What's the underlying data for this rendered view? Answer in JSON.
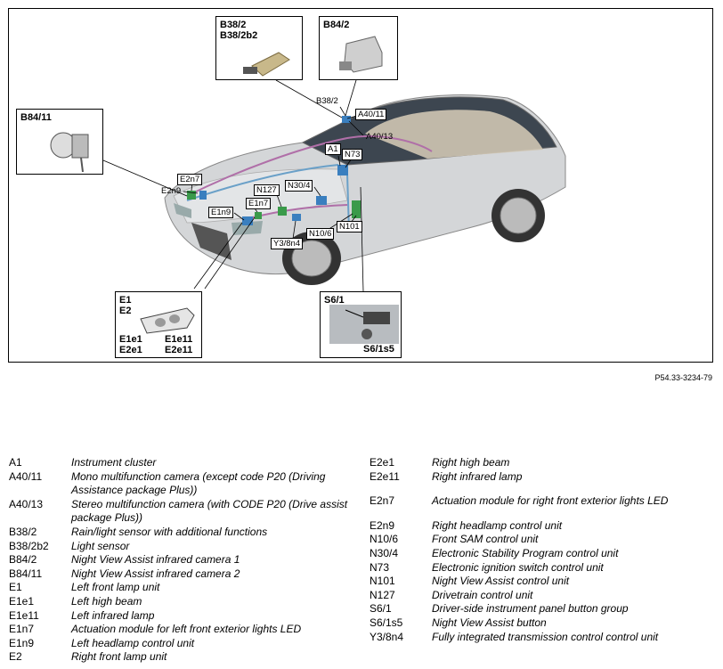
{
  "diagram": {
    "insets": {
      "b38": "B38/2\nB38/2b2",
      "b84_2": "B84/2",
      "b84_11": "B84/11",
      "e1": "E1\nE2",
      "e1e1": "E1e1\nE2e1",
      "e1e11": "E1e11\nE2e11",
      "s6": "S6/1",
      "s6s5": "S6/1s5"
    },
    "labels": {
      "b38_2": "B38/2",
      "a40_11": "A40/11",
      "a40_13": "A40/13",
      "a1": "A1",
      "n73": "N73",
      "e2n7": "E2n7",
      "e2n9": "E2n9",
      "n30_4": "N30/4",
      "n127": "N127",
      "e1n7": "E1n7",
      "e1n9": "E1n9",
      "n10_6": "N10/6",
      "n101": "N101",
      "y3": "Y3/8n4"
    }
  },
  "reference": "P54.33-3234-79",
  "legend": {
    "left": [
      {
        "code": "A1",
        "desc": "Instrument cluster"
      },
      {
        "code": "A40/11",
        "desc": "Mono multifunction camera (except code P20 (Driving Assistance package Plus))"
      },
      {
        "code": "A40/13",
        "desc": "Stereo multifunction camera (with CODE P20 (Drive assist package Plus))"
      },
      {
        "code": "B38/2",
        "desc": "Rain/light sensor with additional functions"
      },
      {
        "code": "B38/2b2",
        "desc": "Light sensor"
      },
      {
        "code": "B84/2",
        "desc": "Night View Assist infrared camera 1"
      },
      {
        "code": "B84/11",
        "desc": "Night View Assist infrared camera 2"
      },
      {
        "code": "E1",
        "desc": "Left front lamp unit"
      },
      {
        "code": "E1e1",
        "desc": "Left high beam"
      },
      {
        "code": "E1e11",
        "desc": "Left infrared lamp"
      },
      {
        "code": "E1n7",
        "desc": "Actuation module for left front exterior lights LED"
      },
      {
        "code": "E1n9",
        "desc": "Left headlamp control unit"
      },
      {
        "code": "E2",
        "desc": "Right front lamp unit"
      }
    ],
    "right": [
      {
        "code": "E2e1",
        "desc": "Right high beam"
      },
      {
        "code": "E2e11",
        "desc": "Right infrared lamp"
      },
      {
        "code": "E2n7",
        "desc": "Actuation module for right front exterior lights LED"
      },
      {
        "code": "E2n9",
        "desc": "Right headlamp control unit"
      },
      {
        "code": "N10/6",
        "desc": "Front SAM control unit"
      },
      {
        "code": "N30/4",
        "desc": "Electronic Stability Program control unit"
      },
      {
        "code": "N73",
        "desc": "Electronic ignition switch control unit"
      },
      {
        "code": "N101",
        "desc": "Night View Assist control unit"
      },
      {
        "code": "N127",
        "desc": "Drivetrain control unit"
      },
      {
        "code": "S6/1",
        "desc": "Driver-side instrument panel button group"
      },
      {
        "code": "S6/1s5",
        "desc": "Night View Assist button"
      },
      {
        "code": "Y3/8n4",
        "desc": "Fully integrated transmission control control unit"
      }
    ]
  }
}
